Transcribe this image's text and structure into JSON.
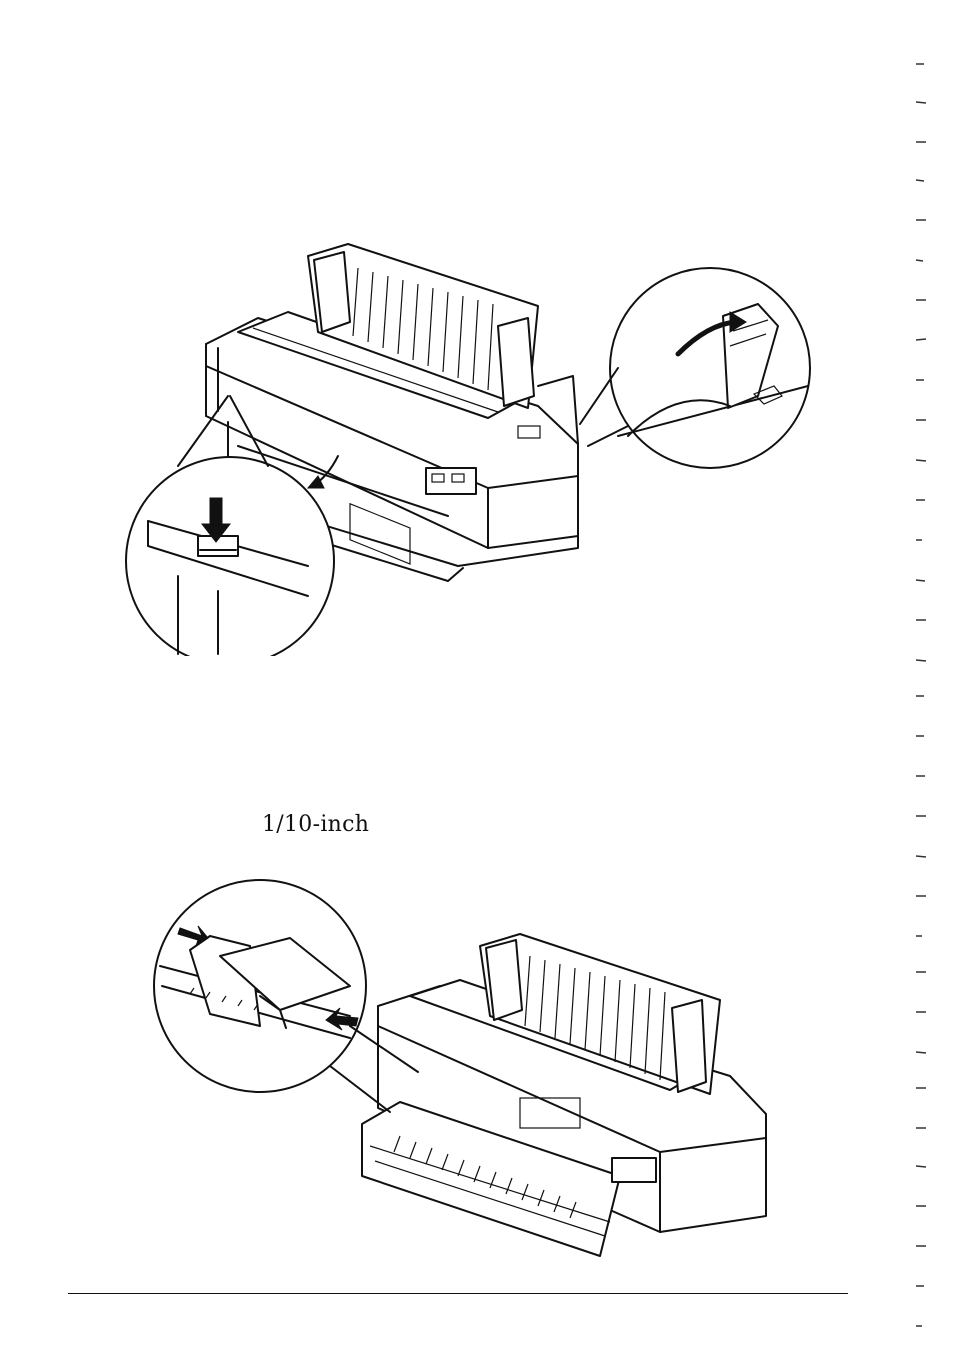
{
  "caption": {
    "text": "1/10-inch"
  },
  "figures": {
    "top": {
      "icon": "printer-release-lever-illustration"
    },
    "bottom": {
      "icon": "printer-paper-guide-illustration"
    }
  }
}
